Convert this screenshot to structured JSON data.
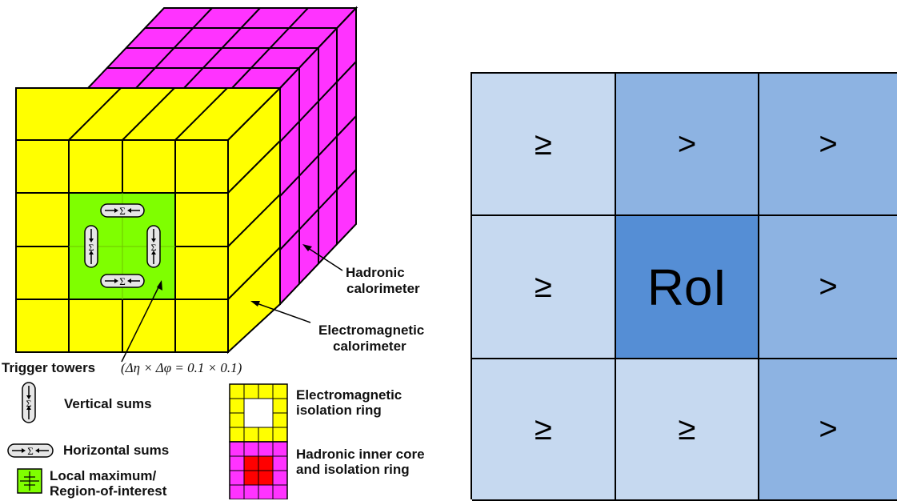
{
  "left_diagram": {
    "labels": {
      "hadronic": [
        "Hadronic",
        "calorimeter"
      ],
      "electromagnetic": [
        "Electromagnetic",
        "calorimeter"
      ],
      "trigger_towers": "Trigger towers",
      "tower_size": "(Δη × Δφ = 0.1 × 0.1)",
      "sum_symbol": "Σ"
    },
    "legend": {
      "vertical_sums": "Vertical sums",
      "horizontal_sums": "Horizontal sums",
      "local_max": [
        "Local maximum/",
        "Region-of-interest"
      ],
      "em_isolation": [
        "Electromagnetic",
        "isolation ring"
      ],
      "had_core": [
        "Hadronic inner core",
        "and isolation ring"
      ]
    },
    "colors": {
      "em_layer": "#ffff00",
      "had_layer": "#ff33ff",
      "roi": "#7fff00",
      "had_core": "#ff0000"
    }
  },
  "right_grid": {
    "cells": [
      {
        "text": "≥",
        "shade": "light"
      },
      {
        "text": ">",
        "shade": "mid"
      },
      {
        "text": ">",
        "shade": "mid"
      },
      {
        "text": "≥",
        "shade": "light"
      },
      {
        "text": "RoI",
        "shade": "dark"
      },
      {
        "text": ">",
        "shade": "mid"
      },
      {
        "text": "≥",
        "shade": "light"
      },
      {
        "text": "≥",
        "shade": "light"
      },
      {
        "text": ">",
        "shade": "mid"
      }
    ],
    "colors": {
      "light": "#c6d9f0",
      "mid": "#8db3e2",
      "dark": "#558ed5"
    }
  }
}
